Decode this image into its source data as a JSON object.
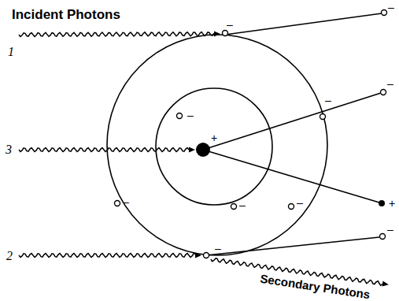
{
  "diagram": {
    "labels": [
      "Incident Photons",
      "–",
      "1",
      "–",
      "–",
      "–",
      "–",
      "+",
      "3",
      "+",
      "–",
      "–",
      "–",
      "–",
      "2",
      "–",
      "Secondary Photons"
    ]
  }
}
